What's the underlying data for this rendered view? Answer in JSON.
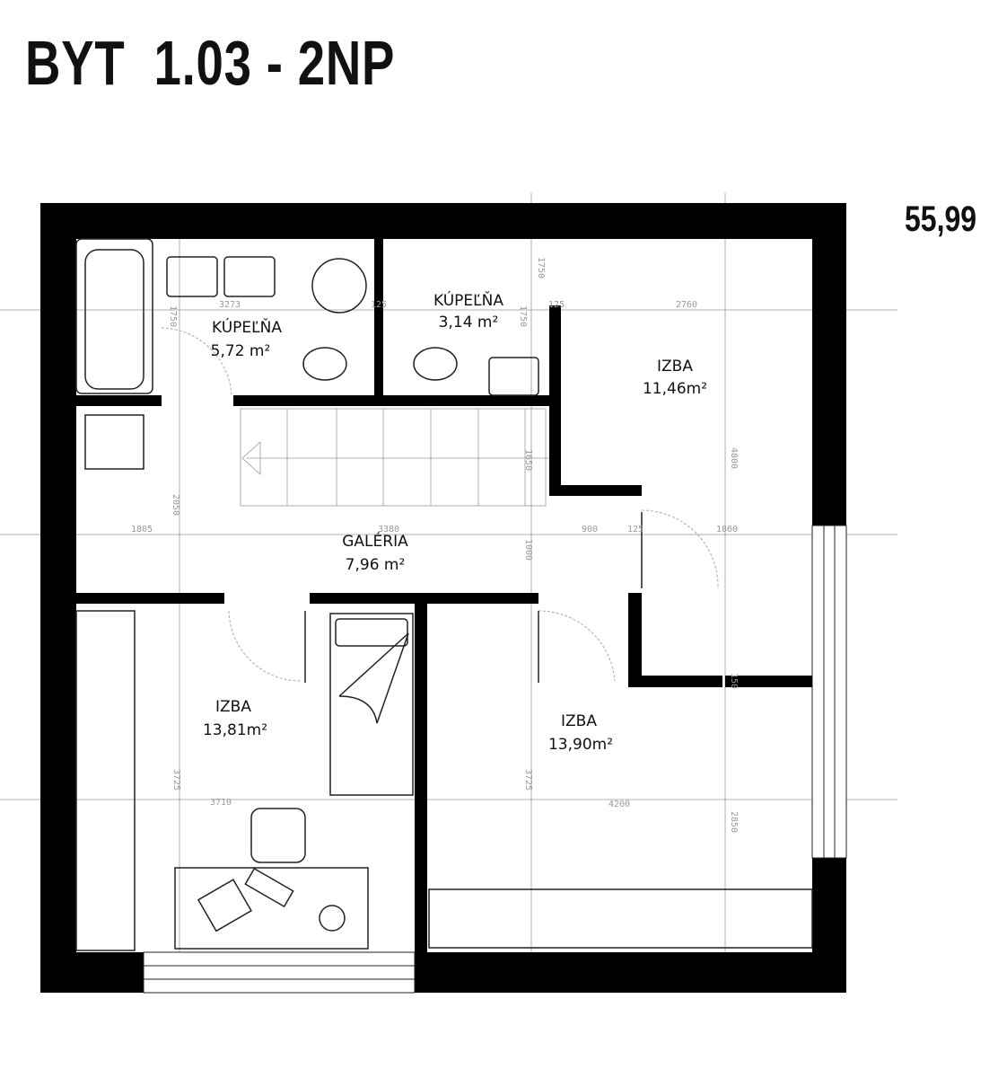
{
  "title": "BYT  1.03 - 2NP",
  "total_area": "55,99",
  "rooms": {
    "bath1": {
      "name": "KÚPEĽŇA",
      "area": "5,72 m²"
    },
    "bath2": {
      "name": "KÚPEĽŇA",
      "area": "3,14 m²"
    },
    "izba_ne": {
      "name": "IZBA",
      "area": "11,46m²"
    },
    "galeria": {
      "name": "GALÉRIA",
      "area": "7,96 m²"
    },
    "izba_sw": {
      "name": "IZBA",
      "area": "13,81m²"
    },
    "izba_se": {
      "name": "IZBA",
      "area": "13,90m²"
    }
  },
  "dimensions": {
    "d3273": "3273",
    "d1750a": "1750",
    "d125a": "125",
    "d1750b": "1750",
    "d125b": "125",
    "d2760": "2760",
    "d1750c": "1750",
    "d1650": "1650",
    "d4800": "4800",
    "d2050": "2050",
    "d1805": "1805",
    "d3380": "3380",
    "d900": "900",
    "d125c": "125",
    "d1860": "1860",
    "d1000": "1000",
    "d3725a": "3725",
    "d3725b": "3725",
    "d3710": "3710",
    "d4200": "4200",
    "d2850": "2850",
    "d150": "150"
  },
  "colors": {
    "wall": "#000000",
    "line": "#999999"
  }
}
